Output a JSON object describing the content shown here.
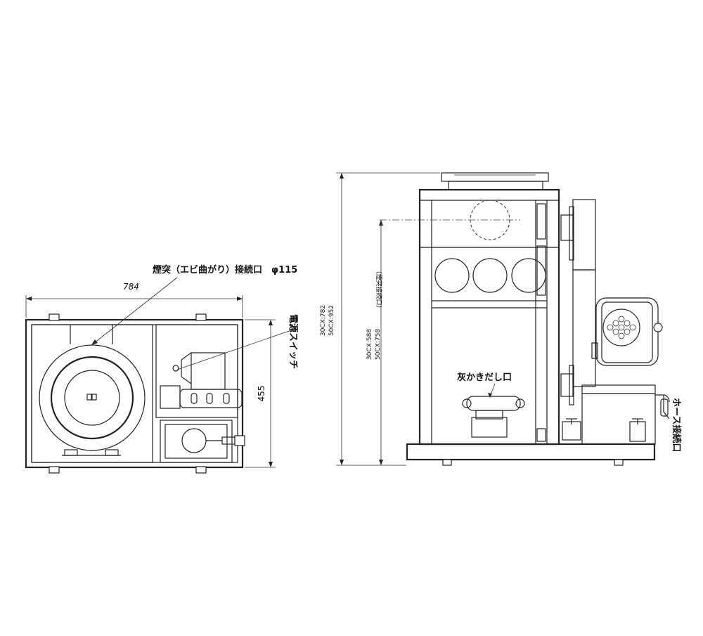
{
  "top_view": {
    "width_dim": "784",
    "depth_dim": "455",
    "chimney_label": "煙突（エビ曲がり）接続口　φ115",
    "power_switch_label": "電源スイッチ"
  },
  "side_view": {
    "height_dim_a": "30CX:782",
    "height_dim_b": "50CX:952",
    "chimney_height_a": "30CX:588",
    "chimney_height_b": "50CX:758",
    "chimney_height_note": "（煙突接続口）",
    "ash_port_label": "灰かきだし口",
    "hose_label": "ホース接続口"
  }
}
